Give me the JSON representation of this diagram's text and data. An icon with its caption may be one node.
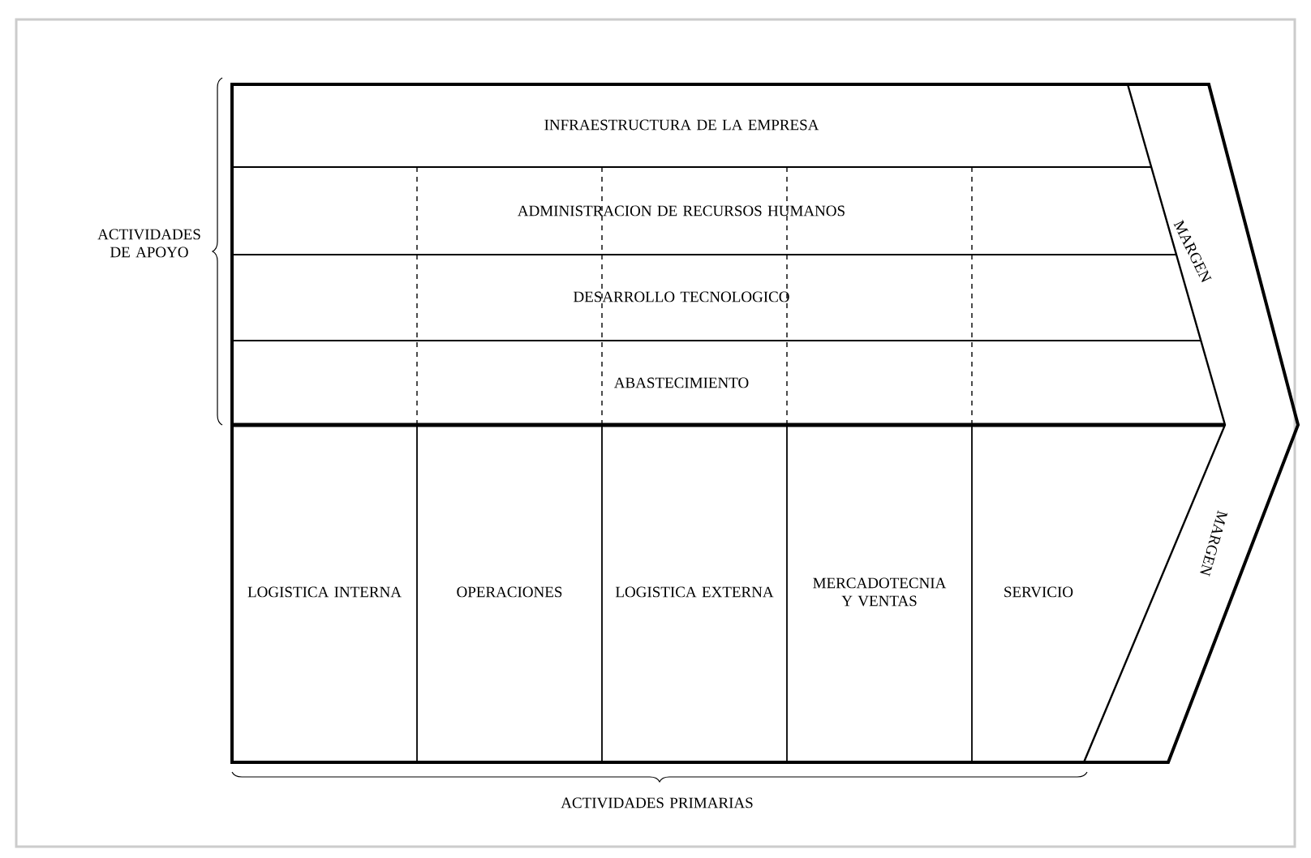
{
  "diagram": {
    "nodes": [
      {
        "text": [
          "INFRAESTRUCTURA DE LA EMPRESA"
        ]
      },
      {
        "text": [
          "ADMINISTRACION DE RECURSOS HUMANOS"
        ]
      },
      {
        "text": [
          "DESARROLLO TECNOLOGICO"
        ]
      },
      {
        "text": [
          "ABASTECIMIENTO"
        ]
      },
      {
        "text": [
          "LOGISTICA INTERNA"
        ]
      },
      {
        "text": [
          "OPERACIONES"
        ]
      },
      {
        "text": [
          "LOGISTICA EXTERNA"
        ]
      },
      {
        "text": [
          "MERCADOTECNIA Y VENTAS"
        ]
      },
      {
        "text": [
          "SERVICIO"
        ]
      }
    ],
    "labels": [
      "ACTIVIDADES DE APOYO",
      "MARGEN",
      "MARGEN",
      "ACTIVIDADES PRIMARIAS"
    ]
  }
}
